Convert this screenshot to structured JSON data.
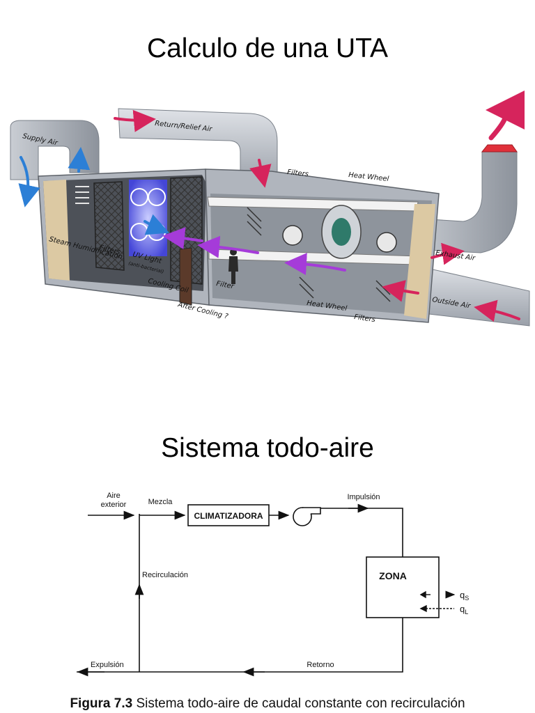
{
  "titles": {
    "uta": "Calculo de una UTA",
    "sistema": "Sistema todo-aire"
  },
  "illustration": {
    "supply_air": "Supply Air",
    "return_relief_air": "Return/Relief Air",
    "filters_top": "Filters",
    "heat_wheel_top": "Heat Wheel",
    "exhaust_air": "Exhaust Air",
    "outside_air": "Outside Air",
    "steam_humidification": "Steam Humidification",
    "filters_left": "Filters",
    "uv_light": "UV Light",
    "uv_light_note": "(anti-bacterial)",
    "cooling_coil": "Cooling Coil",
    "after_cooling": "After Cooling ?",
    "filter": "Filter",
    "heat_wheel_bottom": "Heat Wheel",
    "filters_bottom": "Filters"
  },
  "schematic": {
    "aire_exterior": "Aire exterior",
    "mezcla": "Mezcla",
    "climatizadora": "CLIMATIZADORA",
    "impulsion": "Impulsión",
    "zona": "ZONA",
    "qs": "q",
    "qs_sub": "S",
    "ql": "q",
    "ql_sub": "L",
    "recirculacion": "Recirculación",
    "expulsion": "Expulsión",
    "retorno": "Retorno"
  },
  "caption": {
    "figure": "Figura 7.3",
    "text": " Sistema todo-aire de caudal constante con recirculación"
  },
  "colors": {
    "duct": "#b9bec6",
    "casing_tan": "#dcc9a3",
    "airflow_red": "#d6245c",
    "airflow_purple": "#a53bd9",
    "airflow_blue": "#2c7fd6",
    "uv_glow": "#5a5cff",
    "exhaust_outlet": "#e0303a"
  }
}
